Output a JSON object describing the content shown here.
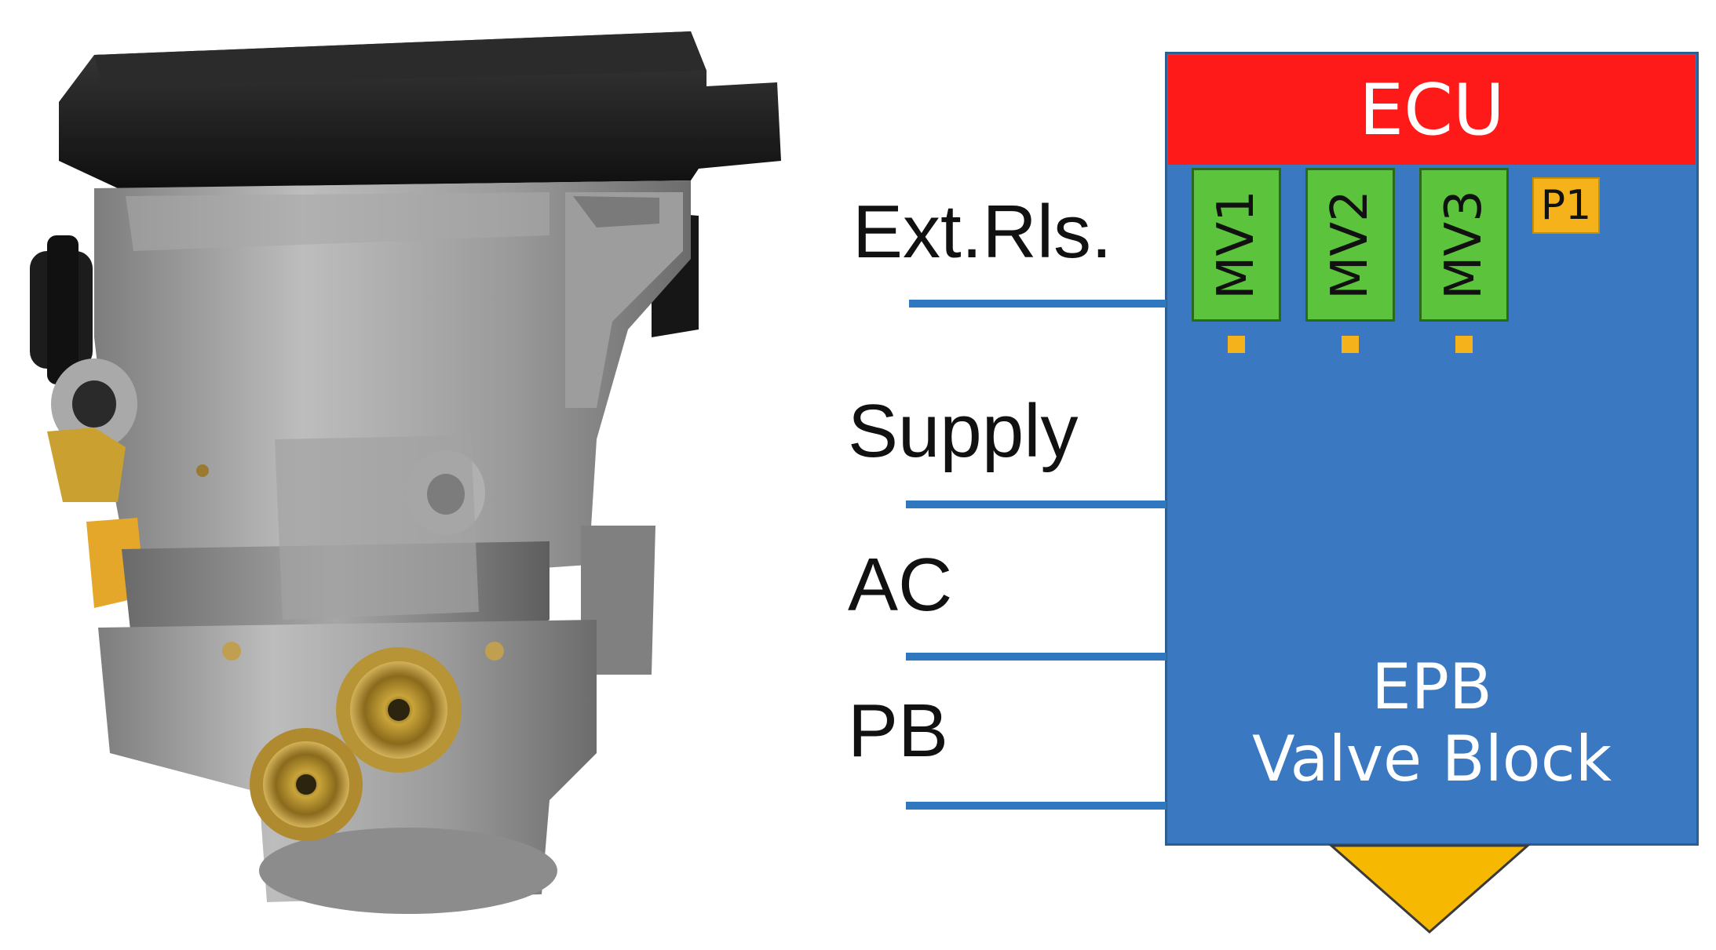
{
  "photo": {
    "subject": "valve-block-photo"
  },
  "diagram": {
    "ecu_label": "ECU",
    "block_title_line1": "EPB",
    "block_title_line2": "Valve Block",
    "valves": [
      {
        "label": "MV1"
      },
      {
        "label": "MV2"
      },
      {
        "label": "MV3"
      }
    ],
    "sensor_label": "P1",
    "ports": [
      {
        "label": "Ext.Rls."
      },
      {
        "label": "Supply"
      },
      {
        "label": "AC"
      },
      {
        "label": "PB"
      }
    ],
    "colors": {
      "block_fill": "#3a78c2",
      "ecu_fill": "#ff1a1a",
      "valve_fill": "#5cc43c",
      "sensor_fill": "#f6b21b",
      "indicator_fill": "#f6b21b",
      "port_line": "#2f78c0",
      "outlet_arrow": "#f6b800"
    }
  }
}
